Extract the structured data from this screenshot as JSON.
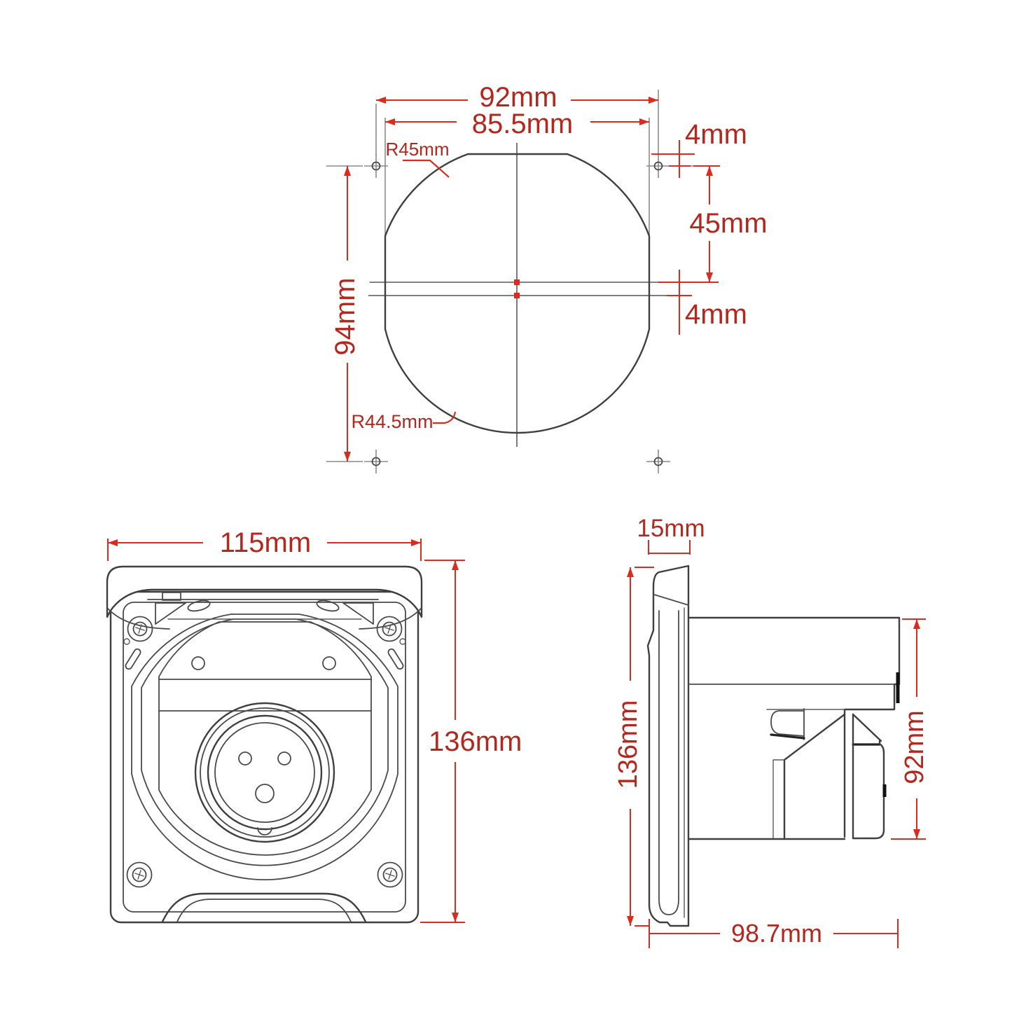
{
  "drawing": {
    "background": "#ffffff",
    "colors": {
      "dimension_line": "#d92b1f",
      "dimension_text": "#b3271e",
      "outline": "#3f3f3f",
      "extension_line": "#8a8a8a"
    },
    "top_view": {
      "dim_width_outer": "92mm",
      "dim_width_inner": "85.5mm",
      "radius_top": "R45mm",
      "dim_offset_top": "4mm",
      "dim_height_upper": "45mm",
      "dim_offset_mid": "4mm",
      "dim_height_overall": "94mm",
      "radius_bottom": "R44.5mm"
    },
    "front_view": {
      "dim_width": "115mm",
      "dim_height": "136mm"
    },
    "side_view": {
      "dim_lid_depth": "15mm",
      "dim_height": "136mm",
      "dim_body_height": "92mm",
      "dim_depth_overall": "98.7mm"
    }
  }
}
